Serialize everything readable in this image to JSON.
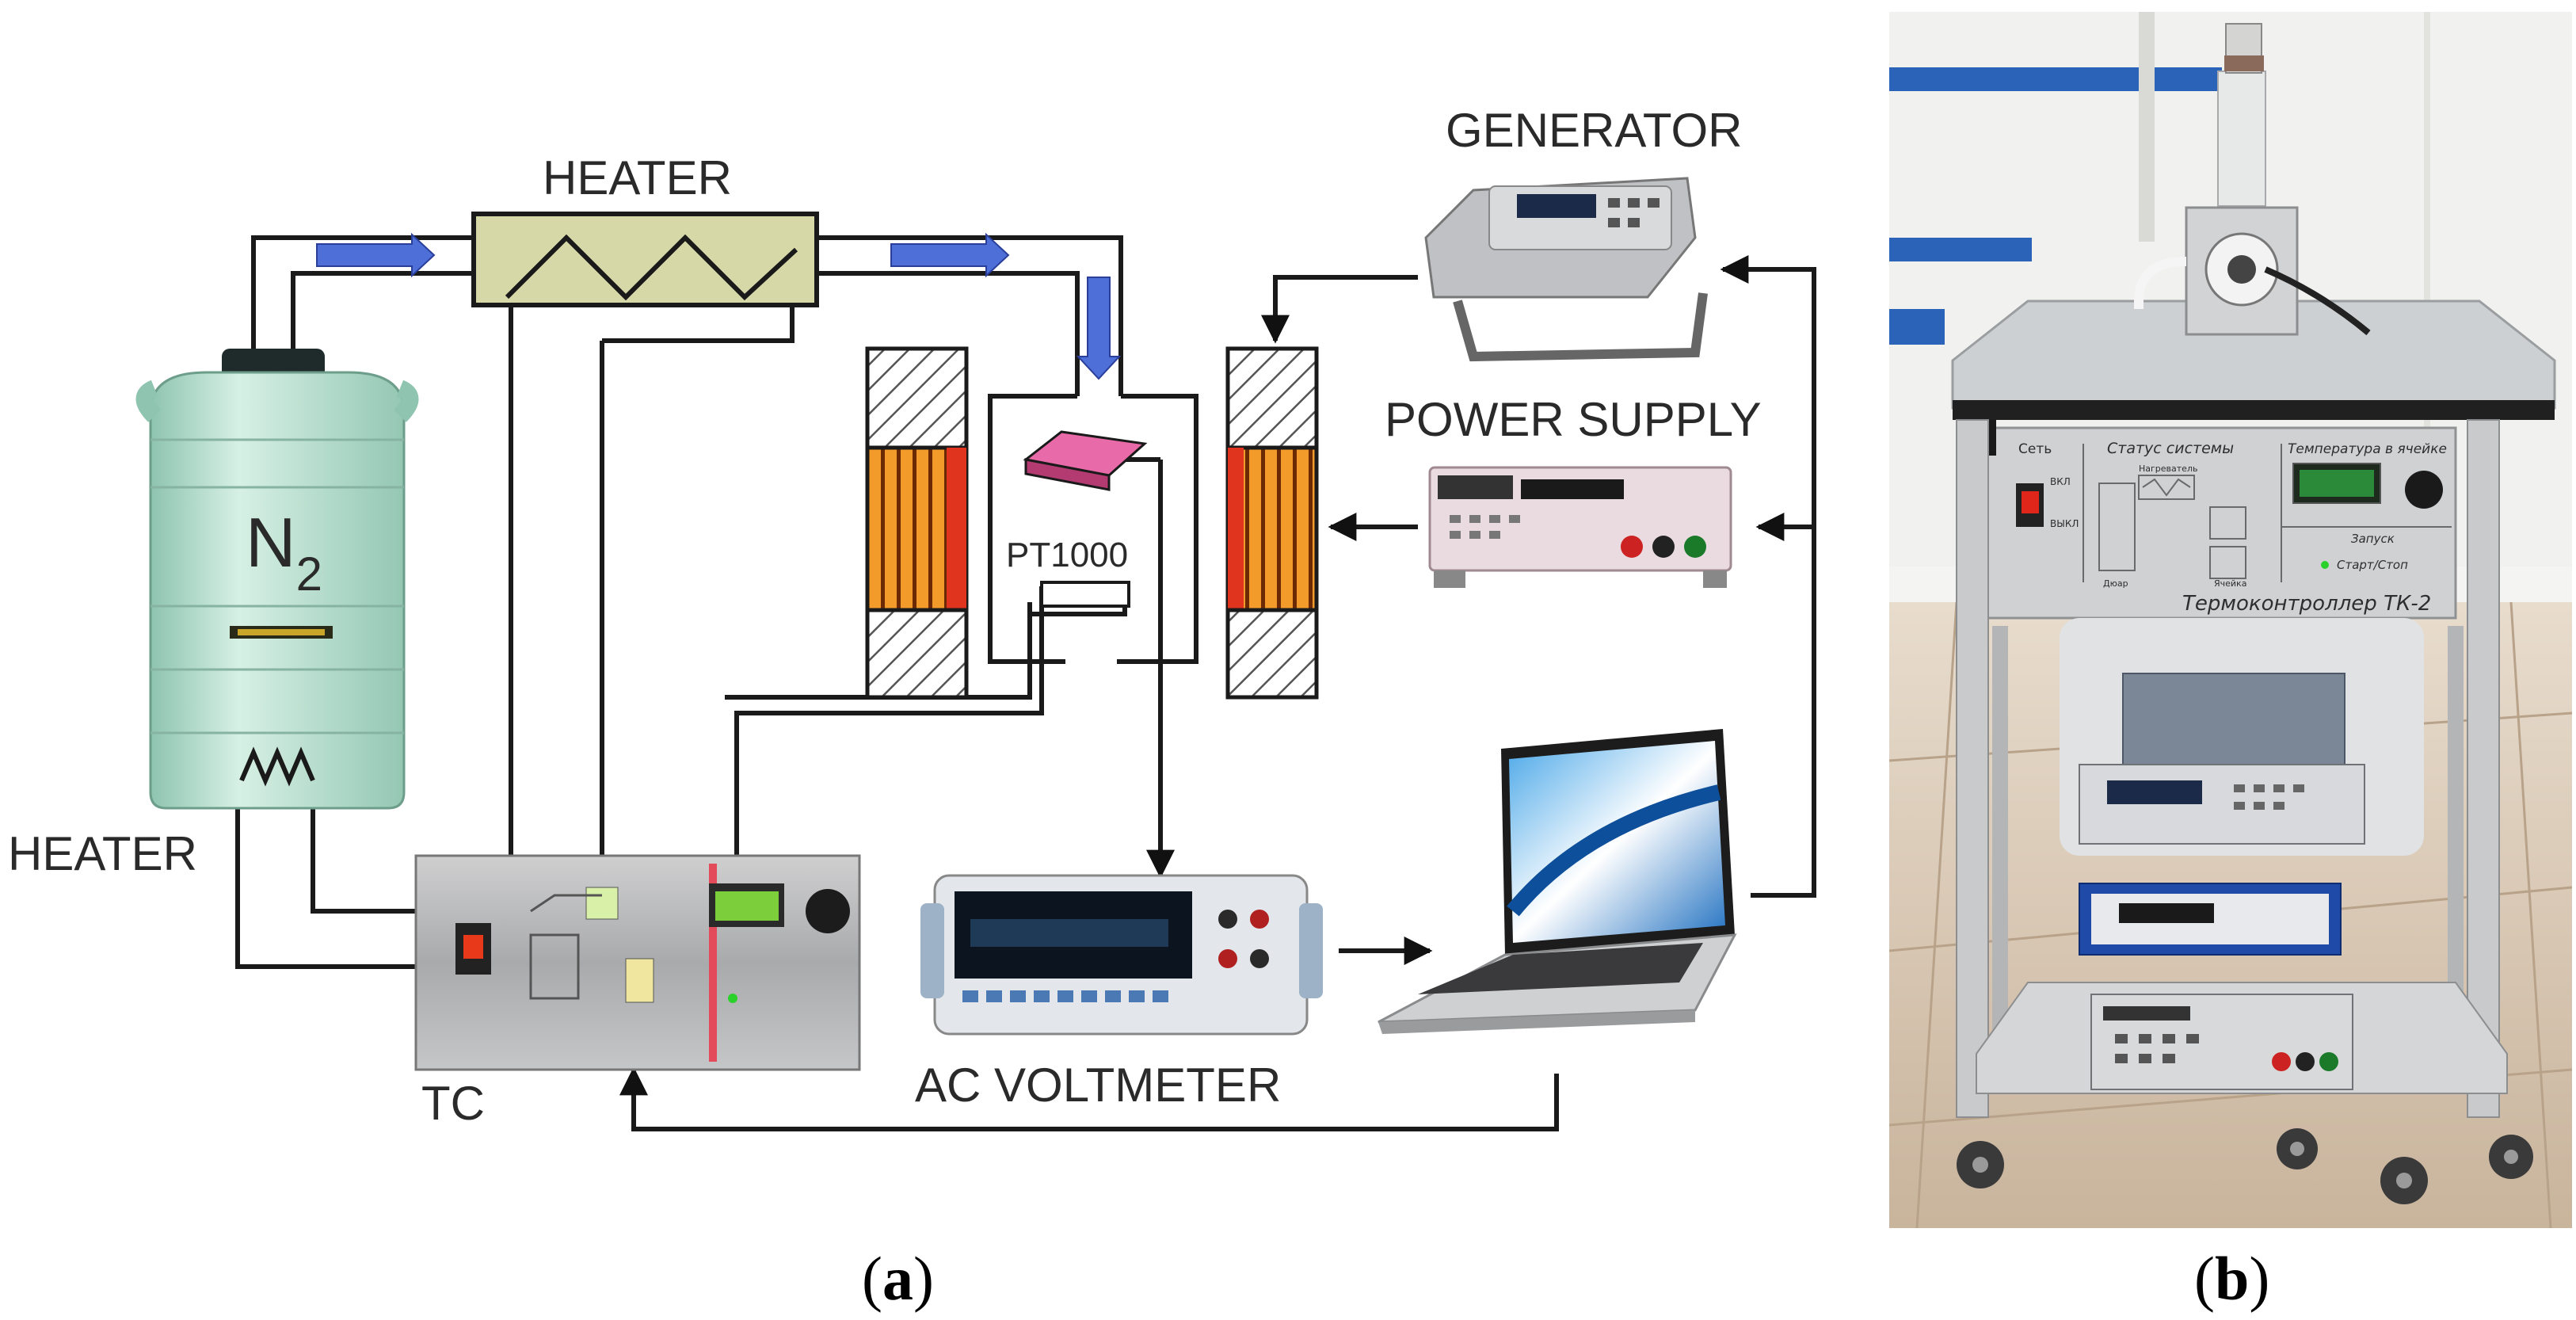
{
  "panel_a": {
    "labels": {
      "heater_top": "HEATER",
      "heater_left": "HEATER",
      "generator": "GENERATOR",
      "power_supply": "POWER SUPPLY",
      "pt1000": "PT1000",
      "ac_voltmeter": "AC VOLTMETER",
      "tc": "TC",
      "n2": "N",
      "n2_sub": "2"
    },
    "caption": {
      "open": "(",
      "letter": "a",
      "close": ")"
    }
  },
  "panel_b": {
    "panel_text": {
      "set": "Сеть",
      "on": "ВКЛ",
      "off": "ВЫКЛ",
      "status": "Статус системы",
      "heater": "Нагреватель",
      "dewar": "Дюар",
      "cell": "Ячейка",
      "temp": "Температура в ячейке",
      "start": "Запуск",
      "start_stop": "Старт/Стоп",
      "title": "Термоконтроллер ТК-2"
    },
    "caption": {
      "open": "(",
      "letter": "b",
      "close": ")"
    }
  },
  "colors": {
    "arrow_blue": "#4f6fd8",
    "heater_fill": "#d7d8a8",
    "dewar": "#b8e0cf",
    "coil_orange": "#f08a1a",
    "sample_pink": "#e86aa8"
  }
}
